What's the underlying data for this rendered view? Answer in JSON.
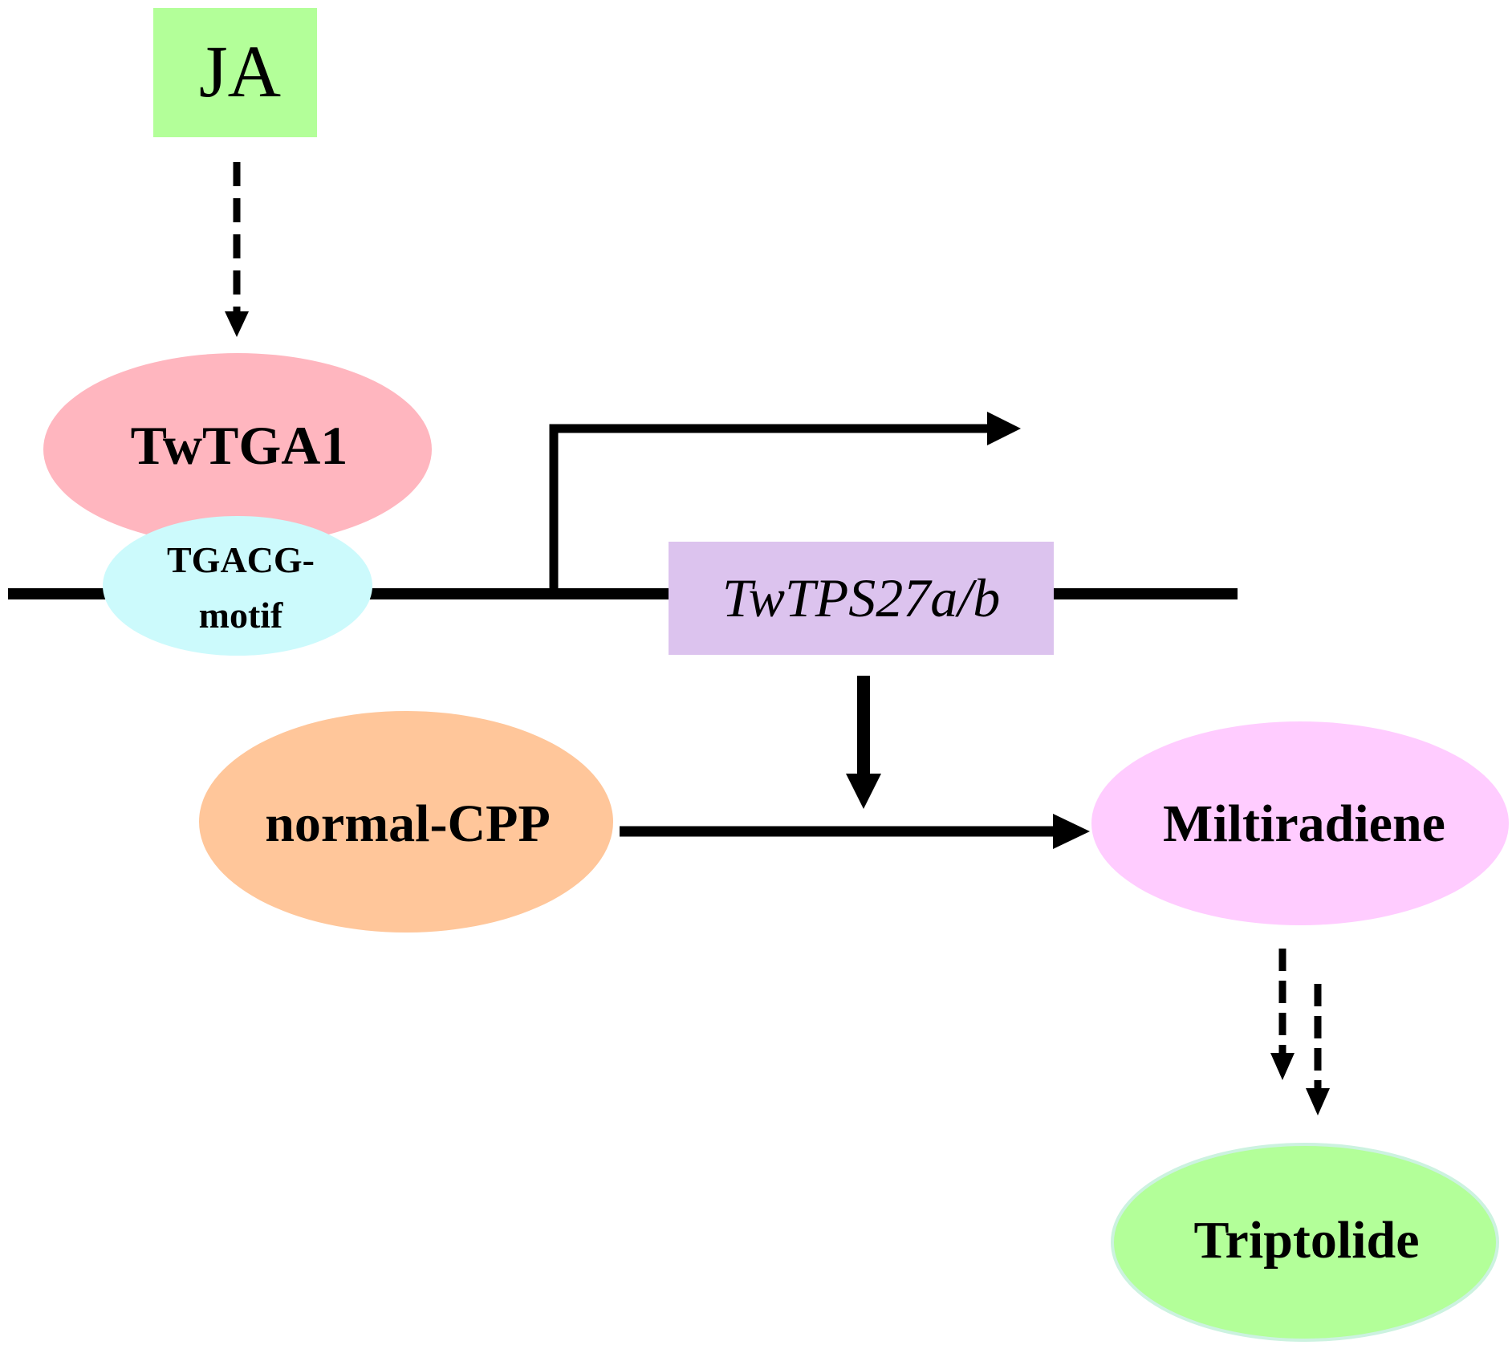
{
  "nodes": {
    "ja": {
      "label": "JA",
      "color": "#b3ff99"
    },
    "twtga1": {
      "label": "TwTGA1",
      "color": "#ffb6bf"
    },
    "motif": {
      "line1": "TGACG-",
      "line2": "motif",
      "color": "#ccfafc"
    },
    "gene": {
      "label": "TwTPS27a/b",
      "color": "#dcc3ee"
    },
    "normal_cpp": {
      "label": "normal-CPP",
      "color": "#ffc69a"
    },
    "miltiradiene": {
      "label": "Miltiradiene",
      "color": "#ffccff"
    },
    "triptolide": {
      "label": "Triptolide",
      "color": "#b3ff99"
    }
  },
  "line_color": "#000000"
}
